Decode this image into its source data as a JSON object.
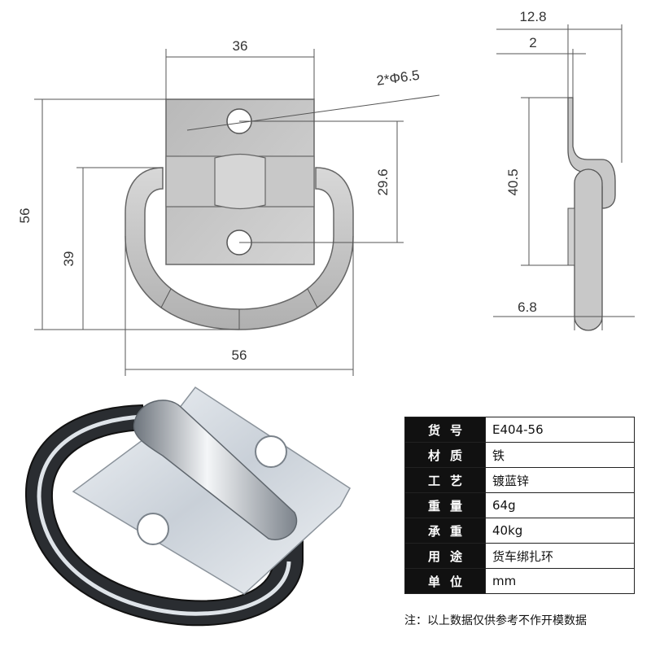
{
  "drawing": {
    "dimensions": {
      "plate_width": "36",
      "hole_spec": "2*Φ6.5",
      "total_height": "56",
      "ring_height": "39",
      "hole_spacing": "29.6",
      "ring_width": "56",
      "side_depth": "12.8",
      "plate_thickness": "2",
      "side_height": "40.5",
      "ring_thickness": "6.8"
    }
  },
  "specs": {
    "rows": [
      {
        "key": "货号",
        "value": "E404-56"
      },
      {
        "key": "材质",
        "value": "铁"
      },
      {
        "key": "工艺",
        "value": "镀蓝锌"
      },
      {
        "key": "重量",
        "value": "64g"
      },
      {
        "key": "承重",
        "value": "40kg"
      },
      {
        "key": "用途",
        "value": "货车绑扎环"
      },
      {
        "key": "单位",
        "value": "mm"
      }
    ],
    "note": "注：以上数据仅供参考不作开模数据"
  },
  "colors": {
    "metal": "#c4c4c4",
    "metal_dark": "#8a8a8a",
    "table_header": "#111111"
  }
}
